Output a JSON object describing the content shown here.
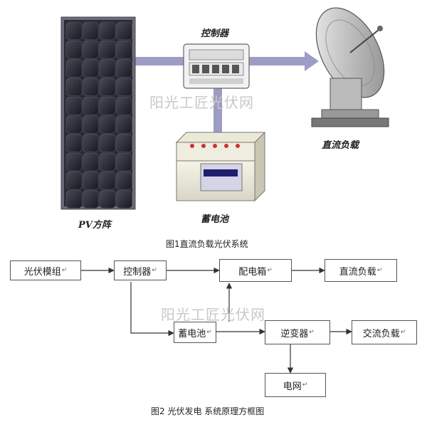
{
  "figure1": {
    "controller_label": "控制器",
    "dc_load_label": "直流负载",
    "battery_label": "蓄电池",
    "pv_array_label": "PV方阵",
    "caption": "图1直流负载光伏系统"
  },
  "watermark": "阳光工匠光伏网",
  "figure2": {
    "boxes": {
      "pv_module": "光伏模组",
      "controller": "控制器",
      "distribution_box": "配电箱",
      "dc_load": "直流负载",
      "battery": "蓄电池",
      "inverter": "逆变器",
      "ac_load": "交流负载",
      "grid": "电网"
    },
    "box_mark": "↵",
    "caption": "图2 光伏发电 系统原理方框图"
  },
  "colors": {
    "connector": "#9c9cc4",
    "panel_cell": "#2a2a33",
    "panel_frame": "#6b6b7a"
  }
}
